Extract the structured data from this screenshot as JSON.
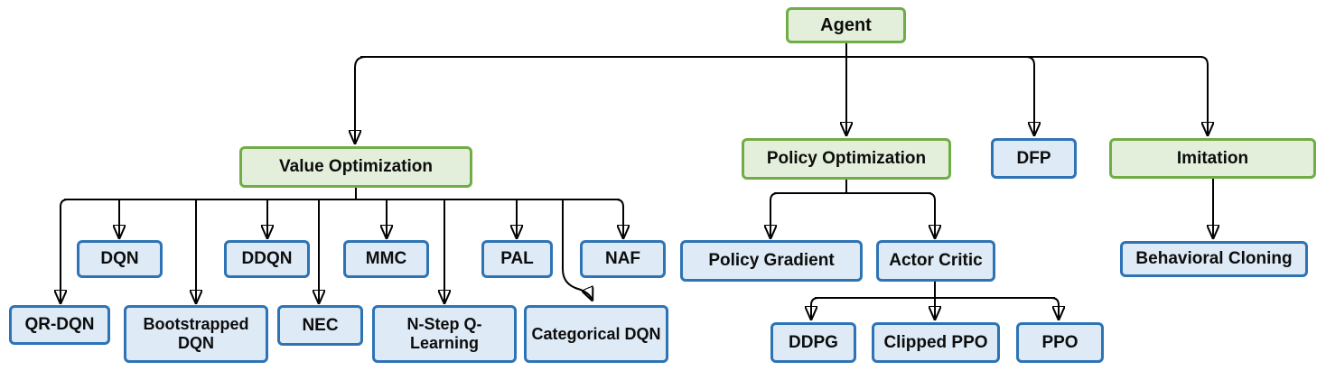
{
  "diagram": {
    "description": "Agent algorithms hierarchy tree",
    "colors": {
      "category_fill": "#e4efdb",
      "category_border": "#71ad47",
      "algorithm_fill": "#deeaf6",
      "algorithm_border": "#2e74b5",
      "connector": "#000000",
      "text": "#0d0d0d",
      "background": "#ffffff"
    },
    "nodes": {
      "agent": {
        "label": "Agent",
        "type": "category"
      },
      "value_optimization": {
        "label": "Value Optimization",
        "type": "category"
      },
      "policy_optimization": {
        "label": "Policy Optimization",
        "type": "category"
      },
      "dfp": {
        "label": "DFP",
        "type": "algorithm"
      },
      "imitation": {
        "label": "Imitation",
        "type": "category"
      },
      "dqn": {
        "label": "DQN",
        "type": "algorithm"
      },
      "ddqn": {
        "label": "DDQN",
        "type": "algorithm"
      },
      "mmc": {
        "label": "MMC",
        "type": "algorithm"
      },
      "pal": {
        "label": "PAL",
        "type": "algorithm"
      },
      "naf": {
        "label": "NAF",
        "type": "algorithm"
      },
      "qr_dqn": {
        "label": "QR-DQN",
        "type": "algorithm"
      },
      "bootstrapped_dqn": {
        "label": "Bootstrapped DQN",
        "type": "algorithm"
      },
      "nec": {
        "label": "NEC",
        "type": "algorithm"
      },
      "n_step_q_learning": {
        "label": "N-Step Q-Learning",
        "type": "algorithm"
      },
      "categorical_dqn": {
        "label": "Categorical DQN",
        "type": "algorithm"
      },
      "policy_gradient": {
        "label": "Policy Gradient",
        "type": "algorithm"
      },
      "actor_critic": {
        "label": "Actor Critic",
        "type": "algorithm"
      },
      "ddpg": {
        "label": "DDPG",
        "type": "algorithm"
      },
      "clipped_ppo": {
        "label": "Clipped PPO",
        "type": "algorithm"
      },
      "ppo": {
        "label": "PPO",
        "type": "algorithm"
      },
      "behavioral_cloning": {
        "label": "Behavioral Cloning",
        "type": "algorithm"
      }
    },
    "edges": [
      [
        "agent",
        "value_optimization"
      ],
      [
        "agent",
        "policy_optimization"
      ],
      [
        "agent",
        "dfp"
      ],
      [
        "agent",
        "imitation"
      ],
      [
        "value_optimization",
        "qr_dqn"
      ],
      [
        "value_optimization",
        "dqn"
      ],
      [
        "value_optimization",
        "bootstrapped_dqn"
      ],
      [
        "value_optimization",
        "ddqn"
      ],
      [
        "value_optimization",
        "nec"
      ],
      [
        "value_optimization",
        "mmc"
      ],
      [
        "value_optimization",
        "n_step_q_learning"
      ],
      [
        "value_optimization",
        "pal"
      ],
      [
        "value_optimization",
        "categorical_dqn"
      ],
      [
        "value_optimization",
        "naf"
      ],
      [
        "policy_optimization",
        "policy_gradient"
      ],
      [
        "policy_optimization",
        "actor_critic"
      ],
      [
        "actor_critic",
        "ddpg"
      ],
      [
        "actor_critic",
        "clipped_ppo"
      ],
      [
        "actor_critic",
        "ppo"
      ],
      [
        "imitation",
        "behavioral_cloning"
      ]
    ]
  }
}
